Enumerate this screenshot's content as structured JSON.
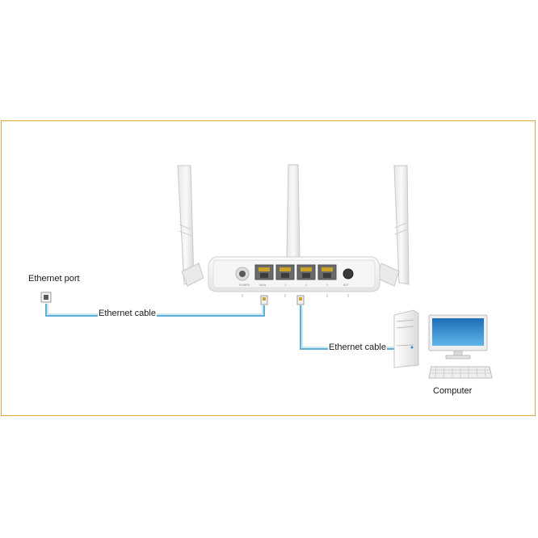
{
  "labels": {
    "ethernet_port": "Ethernet port",
    "ethernet_cable_wan": "Ethernet cable",
    "ethernet_cable_lan": "Ethernet cable",
    "computer": "Computer"
  },
  "router": {
    "ports": [
      "POWER",
      "WAN",
      "1",
      "2",
      "3",
      "RST"
    ]
  },
  "colors": {
    "frame_border": "#e2a64a",
    "cable": "#5fb0d6",
    "router_body": "#f2f2f2",
    "port_housing": "#6a6a6a",
    "port_contacts": "#c9a227",
    "monitor_screen": "#2f8bd1"
  },
  "connections": [
    {
      "from": "ethernet-port",
      "to": "router-wan-port",
      "label": "Ethernet cable"
    },
    {
      "from": "router-lan-port",
      "to": "computer",
      "label": "Ethernet cable"
    }
  ]
}
